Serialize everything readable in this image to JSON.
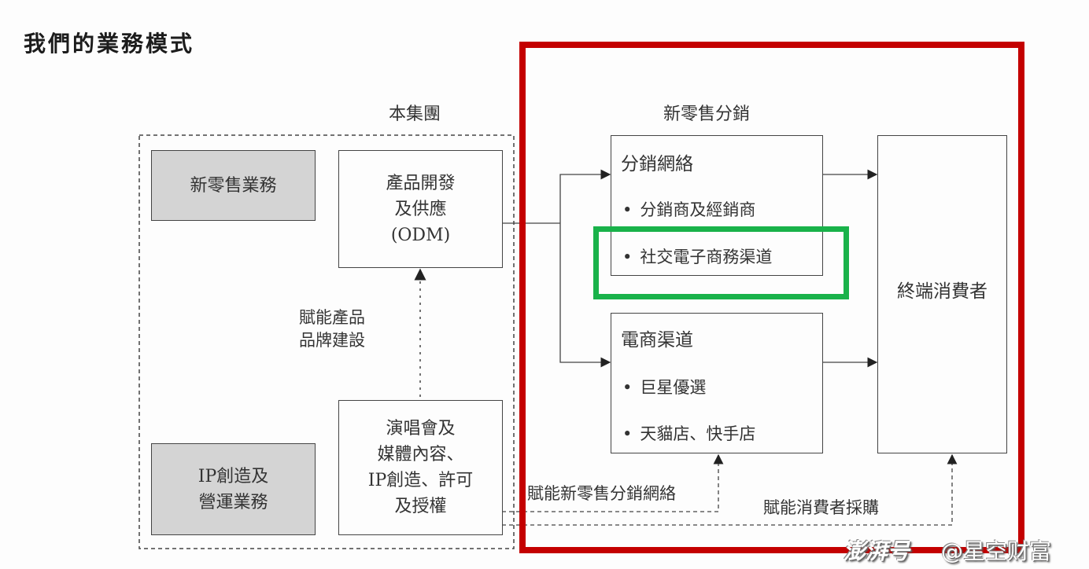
{
  "title": "我們的業務模式",
  "group": {
    "label": "本集團",
    "new_retail_business": "新零售業務",
    "ip_business": [
      "IP創造及",
      "營運業務"
    ],
    "odm_box": [
      "產品開發",
      "及供應",
      "(ODM)"
    ],
    "concert_box": [
      "演唱會及",
      "媒體內容、",
      "IP創造、許可",
      "及授權"
    ],
    "empower_brand": [
      "賦能產品",
      "品牌建設"
    ]
  },
  "distribution": {
    "label": "新零售分銷",
    "network": {
      "heading": "分銷網絡",
      "items": [
        "分銷商及經銷商",
        "社交電子商務渠道"
      ]
    },
    "ecommerce": {
      "heading": "電商渠道",
      "items": [
        "巨星優選",
        "天貓店、快手店"
      ]
    },
    "consumer": "終端消費者",
    "empower_network": "賦能新零售分銷網絡",
    "empower_consumer": "賦能消費者採購"
  },
  "watermark": {
    "brand": "澎湃号",
    "account": "@星空财富"
  },
  "colors": {
    "highlight_red": "#c40000",
    "highlight_green": "#19b24a",
    "gray_box": "#d4d4d4",
    "line": "#444444"
  }
}
